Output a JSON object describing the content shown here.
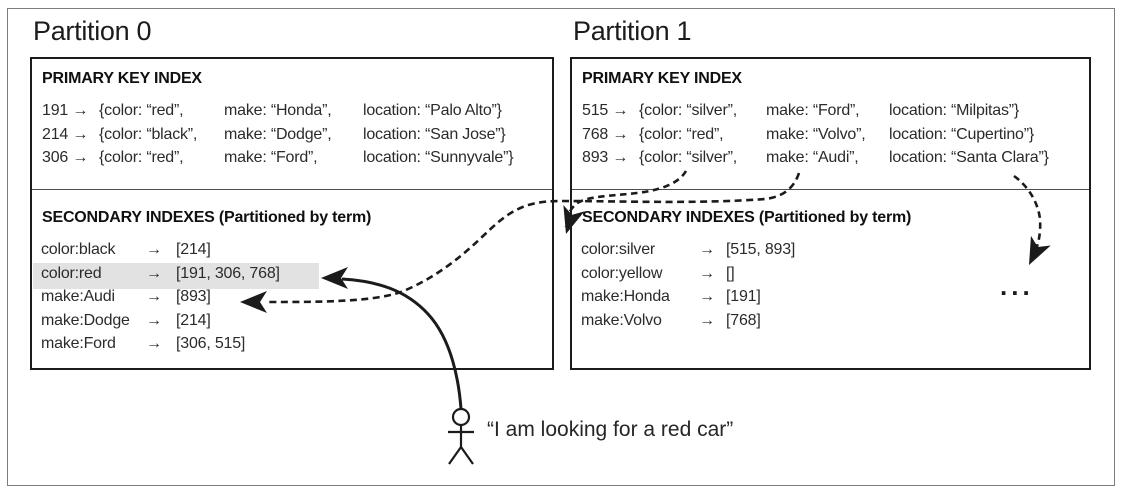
{
  "partitions": [
    {
      "label": "Partition 0",
      "primary": {
        "header": "PRIMARY KEY INDEX",
        "rows": [
          {
            "key": "191 →",
            "f1": "{color: “red”,",
            "f2": "make: “Honda”,",
            "f3": "location: “Palo Alto”}"
          },
          {
            "key": "214 →",
            "f1": "{color: “black”,",
            "f2": "make: “Dodge”,",
            "f3": "location: “San Jose”}"
          },
          {
            "key": "306 →",
            "f1": "{color: “red”,",
            "f2": "make: “Ford”,",
            "f3": "location: “Sunnyvale”}"
          }
        ]
      },
      "secondary": {
        "header": "SECONDARY INDEXES (Partitioned by term)",
        "rows": [
          {
            "term": "color:black",
            "arrow": "→",
            "ids": "[214]"
          },
          {
            "term": "color:red",
            "arrow": "→",
            "ids": "[191, 306, 768]"
          },
          {
            "term": "make:Audi",
            "arrow": "→",
            "ids": "[893]"
          },
          {
            "term": "make:Dodge",
            "arrow": "→",
            "ids": "[214]"
          },
          {
            "term": "make:Ford",
            "arrow": "→",
            "ids": "[306, 515]"
          }
        ]
      }
    },
    {
      "label": "Partition 1",
      "primary": {
        "header": "PRIMARY KEY INDEX",
        "rows": [
          {
            "key": "515 →",
            "f1": "{color: “silver”,",
            "f2": "make: “Ford”,",
            "f3": "location: “Milpitas”}"
          },
          {
            "key": "768 →",
            "f1": "{color: “red”,",
            "f2": "make: “Volvo”,",
            "f3": "location: “Cupertino”}"
          },
          {
            "key": "893 →",
            "f1": "{color: “silver”,",
            "f2": "make: “Audi”,",
            "f3": "location: “Santa Clara”}"
          }
        ]
      },
      "secondary": {
        "header": "SECONDARY INDEXES (Partitioned by term)",
        "rows": [
          {
            "term": "color:silver",
            "arrow": "→",
            "ids": "[515, 893]"
          },
          {
            "term": "color:yellow",
            "arrow": "→",
            "ids": "[]"
          },
          {
            "term": "make:Honda",
            "arrow": "→",
            "ids": "[191]"
          },
          {
            "term": "make:Volvo",
            "arrow": "→",
            "ids": "[768]"
          }
        ]
      }
    }
  ],
  "query": {
    "quote": "“I am looking for a red car”"
  },
  "other_partitions_ellipsis": "...",
  "highlight": {
    "term": "color:red",
    "color": "#e2e2e2"
  }
}
